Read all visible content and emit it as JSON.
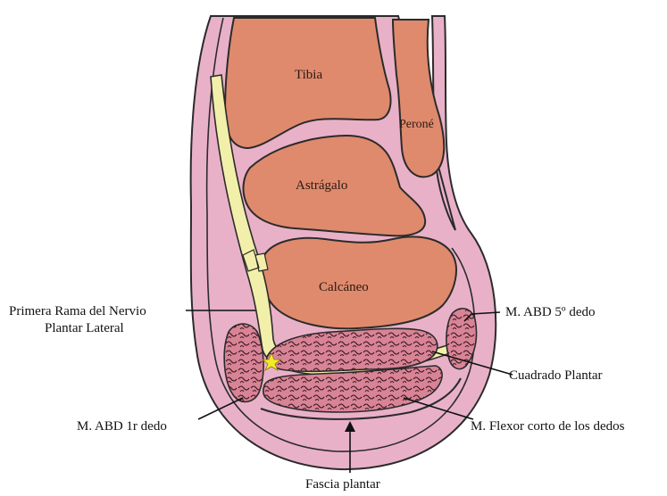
{
  "bones": {
    "tibia": "Tibia",
    "perone": "Peroné",
    "astragalo": "Astrágalo",
    "calcaneo": "Calcáneo"
  },
  "labels": {
    "nervio_line1": "Primera Rama del Nervio",
    "nervio_line2": "Plantar Lateral",
    "abd_quinto": "M. ABD 5º dedo",
    "cuadrado": "Cuadrado Plantar",
    "abd_primero": "M. ABD 1r dedo",
    "flexor": "M. Flexor corto de los dedos",
    "fascia": "Fascia plantar"
  },
  "colors": {
    "skin": "#e9b1c8",
    "skin_outline": "#2b2b2b",
    "bone": "#df8a6d",
    "nerve": "#f2efaa",
    "muscle": "#d98496",
    "star": "#f5ea2a"
  }
}
